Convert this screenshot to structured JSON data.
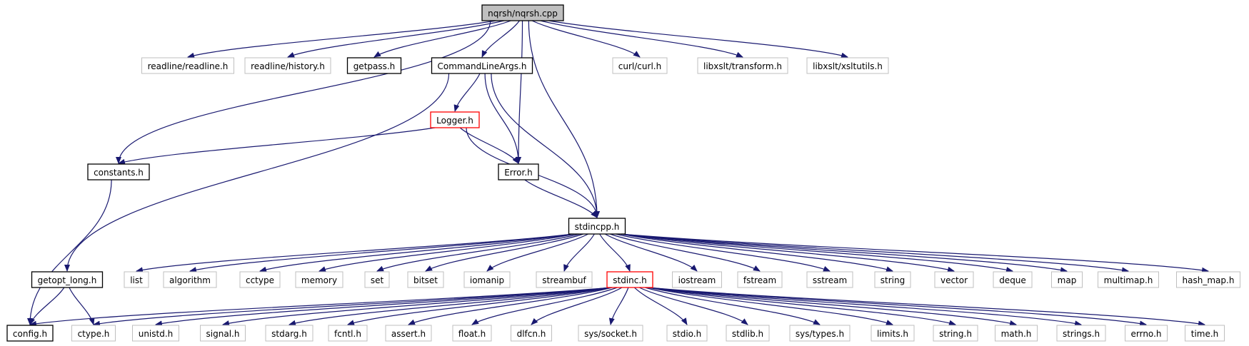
{
  "graph": {
    "colors": {
      "edge": "#191970",
      "border_defined": "#000000",
      "border_undocumented": "#bfbfbf",
      "border_truncated": "#ff0000",
      "fill_root": "#bfbfbf",
      "fill": "#ffffff",
      "text": "#000000"
    },
    "nodes": [
      {
        "id": "nqrsh",
        "label": "nqrsh/nqrsh.cpp",
        "kind": "root"
      },
      {
        "id": "readline",
        "label": "readline/readline.h",
        "kind": "undocumented"
      },
      {
        "id": "history",
        "label": "readline/history.h",
        "kind": "undocumented"
      },
      {
        "id": "getpass",
        "label": "getpass.h",
        "kind": "defined"
      },
      {
        "id": "cmdargs",
        "label": "CommandLineArgs.h",
        "kind": "defined"
      },
      {
        "id": "curl",
        "label": "curl/curl.h",
        "kind": "undocumented"
      },
      {
        "id": "transform",
        "label": "libxslt/transform.h",
        "kind": "undocumented"
      },
      {
        "id": "xsltutils",
        "label": "libxslt/xsltutils.h",
        "kind": "undocumented"
      },
      {
        "id": "logger",
        "label": "Logger.h",
        "kind": "truncated"
      },
      {
        "id": "constants",
        "label": "constants.h",
        "kind": "defined"
      },
      {
        "id": "error",
        "label": "Error.h",
        "kind": "defined"
      },
      {
        "id": "stdincpp",
        "label": "stdincpp.h",
        "kind": "defined"
      },
      {
        "id": "getopt",
        "label": "getopt_long.h",
        "kind": "defined"
      },
      {
        "id": "list",
        "label": "list",
        "kind": "undocumented"
      },
      {
        "id": "algorithm",
        "label": "algorithm",
        "kind": "undocumented"
      },
      {
        "id": "cctype",
        "label": "cctype",
        "kind": "undocumented"
      },
      {
        "id": "memory",
        "label": "memory",
        "kind": "undocumented"
      },
      {
        "id": "set",
        "label": "set",
        "kind": "undocumented"
      },
      {
        "id": "bitset",
        "label": "bitset",
        "kind": "undocumented"
      },
      {
        "id": "iomanip",
        "label": "iomanip",
        "kind": "undocumented"
      },
      {
        "id": "streambuf",
        "label": "streambuf",
        "kind": "undocumented"
      },
      {
        "id": "stdinc",
        "label": "stdinc.h",
        "kind": "truncated"
      },
      {
        "id": "iostream",
        "label": "iostream",
        "kind": "undocumented"
      },
      {
        "id": "fstream",
        "label": "fstream",
        "kind": "undocumented"
      },
      {
        "id": "sstream",
        "label": "sstream",
        "kind": "undocumented"
      },
      {
        "id": "string",
        "label": "string",
        "kind": "undocumented"
      },
      {
        "id": "vector",
        "label": "vector",
        "kind": "undocumented"
      },
      {
        "id": "deque",
        "label": "deque",
        "kind": "undocumented"
      },
      {
        "id": "map",
        "label": "map",
        "kind": "undocumented"
      },
      {
        "id": "multimap",
        "label": "multimap.h",
        "kind": "undocumented"
      },
      {
        "id": "hashmap",
        "label": "hash_map.h",
        "kind": "undocumented"
      },
      {
        "id": "config",
        "label": "config.h",
        "kind": "defined"
      },
      {
        "id": "ctype",
        "label": "ctype.h",
        "kind": "undocumented"
      },
      {
        "id": "unistd",
        "label": "unistd.h",
        "kind": "undocumented"
      },
      {
        "id": "signal",
        "label": "signal.h",
        "kind": "undocumented"
      },
      {
        "id": "stdarg",
        "label": "stdarg.h",
        "kind": "undocumented"
      },
      {
        "id": "fcntl",
        "label": "fcntl.h",
        "kind": "undocumented"
      },
      {
        "id": "assert",
        "label": "assert.h",
        "kind": "undocumented"
      },
      {
        "id": "float",
        "label": "float.h",
        "kind": "undocumented"
      },
      {
        "id": "dlfcn",
        "label": "dlfcn.h",
        "kind": "undocumented"
      },
      {
        "id": "socket",
        "label": "sys/socket.h",
        "kind": "undocumented"
      },
      {
        "id": "stdio",
        "label": "stdio.h",
        "kind": "undocumented"
      },
      {
        "id": "stdlib",
        "label": "stdlib.h",
        "kind": "undocumented"
      },
      {
        "id": "systypes",
        "label": "sys/types.h",
        "kind": "undocumented"
      },
      {
        "id": "limits",
        "label": "limits.h",
        "kind": "undocumented"
      },
      {
        "id": "stringh",
        "label": "string.h",
        "kind": "undocumented"
      },
      {
        "id": "math",
        "label": "math.h",
        "kind": "undocumented"
      },
      {
        "id": "strings",
        "label": "strings.h",
        "kind": "undocumented"
      },
      {
        "id": "errno",
        "label": "errno.h",
        "kind": "undocumented"
      },
      {
        "id": "time",
        "label": "time.h",
        "kind": "undocumented"
      }
    ],
    "edges": [
      [
        "nqrsh",
        "constants"
      ],
      [
        "nqrsh",
        "readline"
      ],
      [
        "nqrsh",
        "history"
      ],
      [
        "nqrsh",
        "getpass"
      ],
      [
        "nqrsh",
        "cmdargs"
      ],
      [
        "nqrsh",
        "error"
      ],
      [
        "nqrsh",
        "stdincpp"
      ],
      [
        "nqrsh",
        "curl"
      ],
      [
        "nqrsh",
        "transform"
      ],
      [
        "nqrsh",
        "xsltutils"
      ],
      [
        "cmdargs",
        "logger"
      ],
      [
        "cmdargs",
        "error"
      ],
      [
        "cmdargs",
        "stdincpp"
      ],
      [
        "cmdargs",
        "getopt"
      ],
      [
        "logger",
        "constants"
      ],
      [
        "logger",
        "error"
      ],
      [
        "logger",
        "stdincpp"
      ],
      [
        "constants",
        "config"
      ],
      [
        "error",
        "stdincpp"
      ],
      [
        "getopt",
        "config"
      ],
      [
        "getopt",
        "ctype"
      ],
      [
        "stdincpp",
        "list"
      ],
      [
        "stdincpp",
        "algorithm"
      ],
      [
        "stdincpp",
        "cctype"
      ],
      [
        "stdincpp",
        "memory"
      ],
      [
        "stdincpp",
        "set"
      ],
      [
        "stdincpp",
        "bitset"
      ],
      [
        "stdincpp",
        "iomanip"
      ],
      [
        "stdincpp",
        "streambuf"
      ],
      [
        "stdincpp",
        "stdinc"
      ],
      [
        "stdincpp",
        "iostream"
      ],
      [
        "stdincpp",
        "fstream"
      ],
      [
        "stdincpp",
        "sstream"
      ],
      [
        "stdincpp",
        "string"
      ],
      [
        "stdincpp",
        "vector"
      ],
      [
        "stdincpp",
        "deque"
      ],
      [
        "stdincpp",
        "map"
      ],
      [
        "stdincpp",
        "multimap"
      ],
      [
        "stdincpp",
        "hashmap"
      ],
      [
        "stdinc",
        "config"
      ],
      [
        "stdinc",
        "ctype"
      ],
      [
        "stdinc",
        "unistd"
      ],
      [
        "stdinc",
        "signal"
      ],
      [
        "stdinc",
        "stdarg"
      ],
      [
        "stdinc",
        "fcntl"
      ],
      [
        "stdinc",
        "assert"
      ],
      [
        "stdinc",
        "float"
      ],
      [
        "stdinc",
        "dlfcn"
      ],
      [
        "stdinc",
        "socket"
      ],
      [
        "stdinc",
        "stdio"
      ],
      [
        "stdinc",
        "stdlib"
      ],
      [
        "stdinc",
        "systypes"
      ],
      [
        "stdinc",
        "limits"
      ],
      [
        "stdinc",
        "stringh"
      ],
      [
        "stdinc",
        "math"
      ],
      [
        "stdinc",
        "strings"
      ],
      [
        "stdinc",
        "errno"
      ],
      [
        "stdinc",
        "time"
      ]
    ]
  }
}
